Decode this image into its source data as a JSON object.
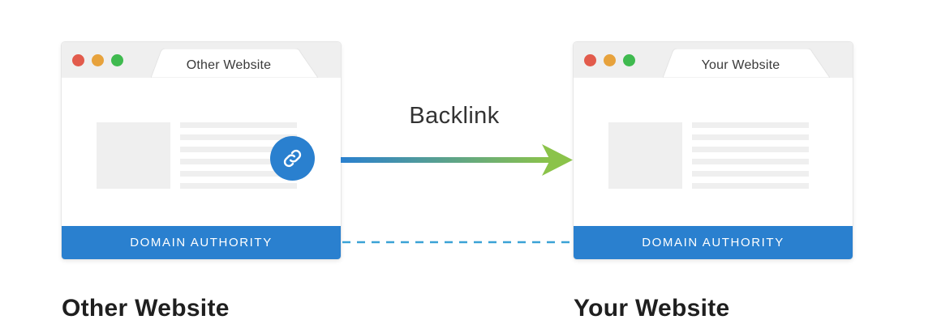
{
  "colors": {
    "dot_red": "#e25b4c",
    "dot_orange": "#e7a23c",
    "dot_green": "#3fba4f",
    "footer_blue": "#2a80cf",
    "arrow_start": "#2a80cf",
    "arrow_end": "#8bc34a",
    "dashed_line": "#3aa2d6",
    "placeholder_gray": "#efefef"
  },
  "left_browser": {
    "tab_title": "Other Website",
    "footer_label": "DOMAIN AUTHORITY",
    "caption": "Other Website",
    "badge_icon": "link-icon"
  },
  "right_browser": {
    "tab_title": "Your Website",
    "footer_label": "DOMAIN AUTHORITY",
    "caption": "Your Website"
  },
  "connection": {
    "label": "Backlink"
  }
}
